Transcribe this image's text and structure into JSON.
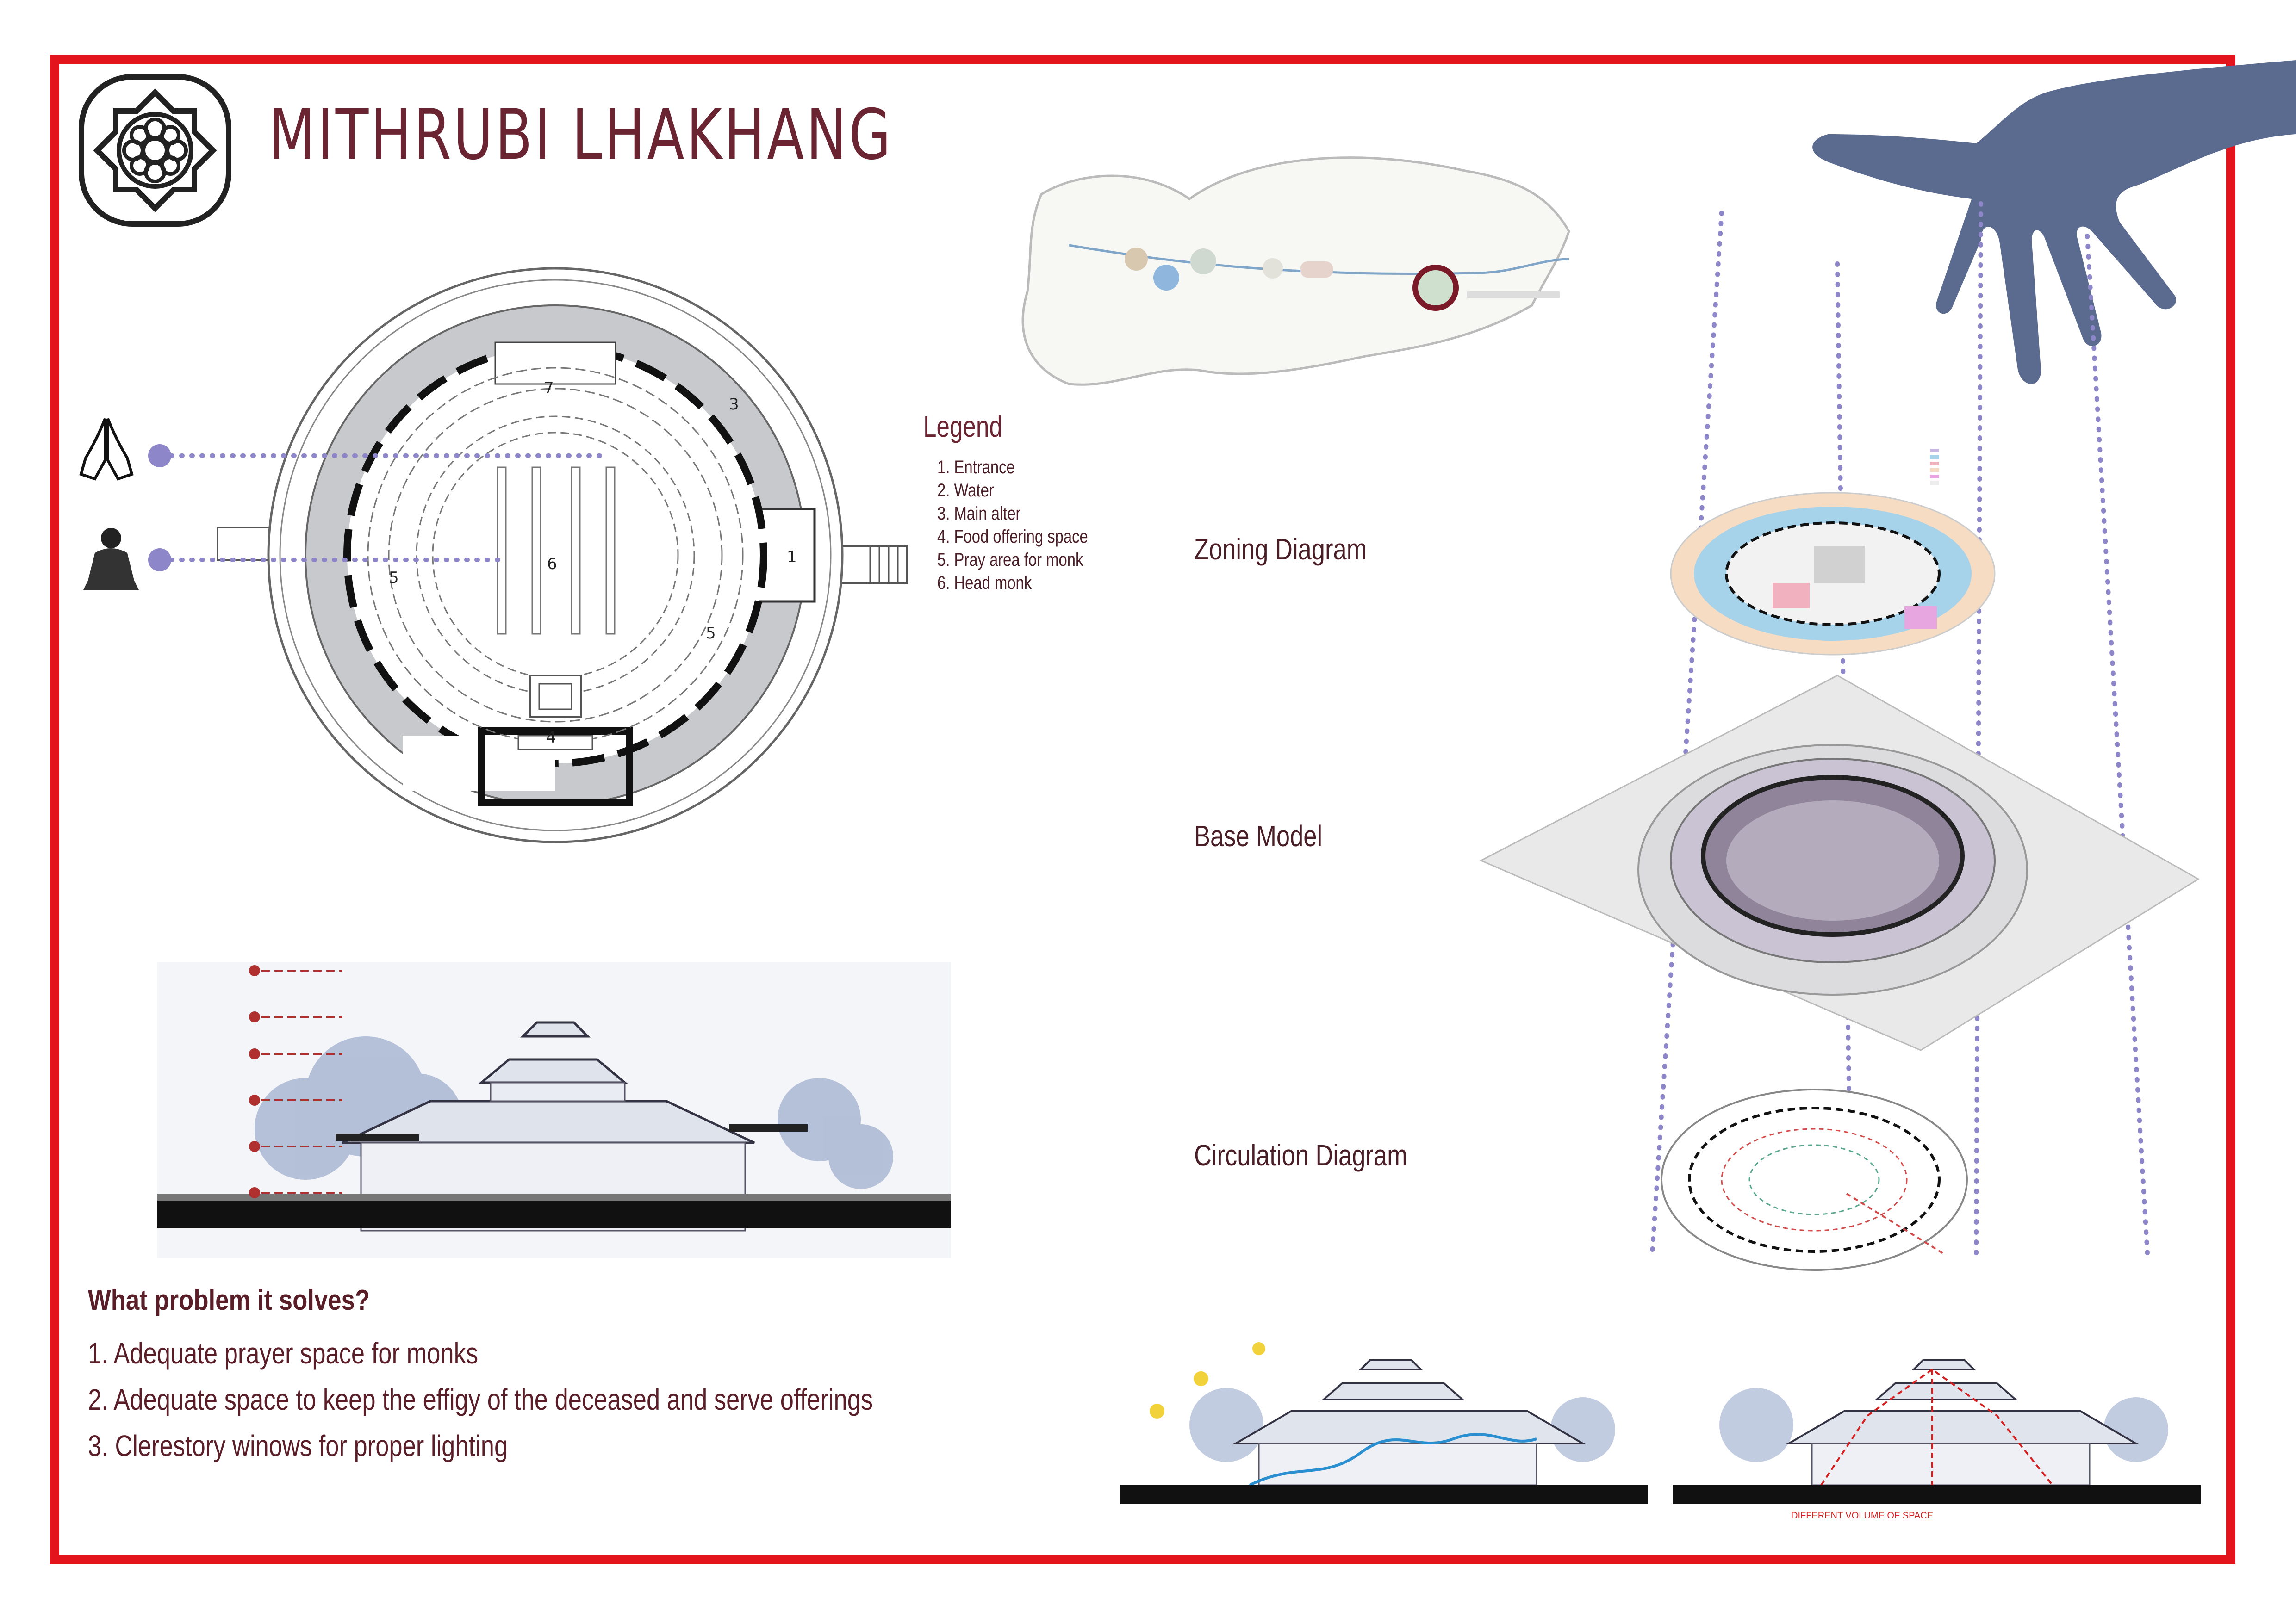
{
  "title": "MITHRUBI LHAKHANG",
  "logo": {
    "name": "mandala-logo-icon"
  },
  "legend": {
    "title": "Legend",
    "items": [
      "1. Entrance",
      "2. Water",
      "3. Main alter",
      "4. Food offering space",
      "5. Pray area for monk",
      "6. Head monk"
    ]
  },
  "plan_labels": [
    "1",
    "3",
    "4",
    "5",
    "5",
    "6",
    "7"
  ],
  "diagrams": {
    "zoning": "Zoning Diagram",
    "base": "Base Model",
    "circulation": "Circulation Diagram"
  },
  "problem": {
    "title": "What problem it solves?",
    "items": [
      "1. Adequate prayer space for monks",
      "2. Adequate space to keep the effigy of the deceased and serve offerings",
      "3. Clerestory winows for proper lighting"
    ]
  },
  "section_caption": "DIFFERENT VOLUME OF SPACE",
  "icons": [
    "praying-hands-icon",
    "seated-monk-icon",
    "hand-puppeteer-icon"
  ],
  "colors": {
    "frame": "#e3141b",
    "title": "#6b2431",
    "accent_purple": "#8d86c9",
    "plan_gray": "#c8c9cc"
  }
}
